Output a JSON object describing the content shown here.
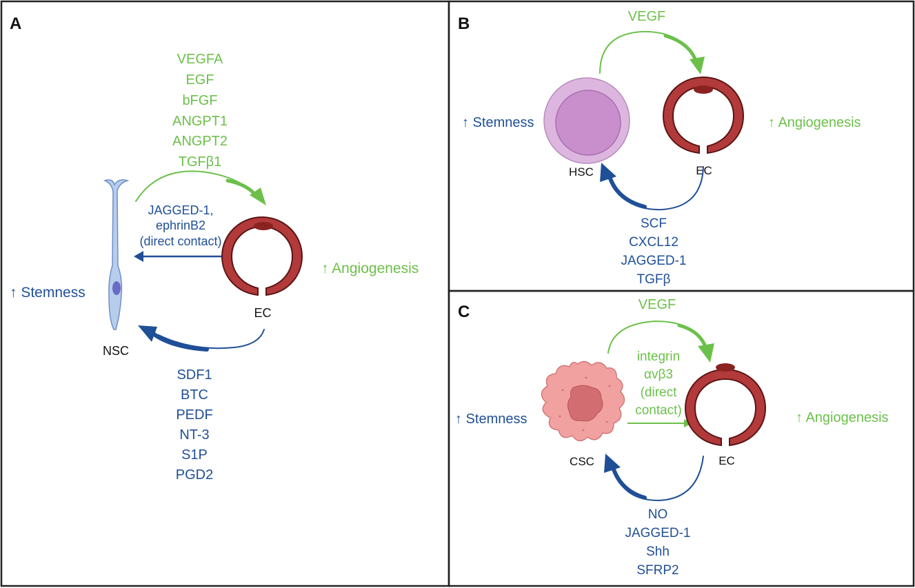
{
  "panels": {
    "a": {
      "letter": "A",
      "green_factors": [
        "VEGFA",
        "EGF",
        "bFGF",
        "ANGPT1",
        "ANGPT2",
        "TGFβ1"
      ],
      "contact_lines": [
        "JAGGED-1,",
        "ephrinB2",
        "(direct contact)"
      ],
      "blue_factors": [
        "SDF1",
        "BTC",
        "PEDF",
        "NT-3",
        "S1P",
        "PGD2"
      ],
      "stem_cell": "NSC",
      "endothelial_cell": "EC",
      "stemness": "↑ Stemness",
      "angiogenesis": "↑ Angiogenesis"
    },
    "b": {
      "letter": "B",
      "green_factors": [
        "VEGF"
      ],
      "blue_factors": [
        "SCF",
        "CXCL12",
        "JAGGED-1",
        "TGFβ"
      ],
      "stem_cell": "HSC",
      "endothelial_cell": "EC",
      "stemness": "↑ Stemness",
      "angiogenesis": "↑ Angiogenesis"
    },
    "c": {
      "letter": "C",
      "green_factors": [
        "VEGF"
      ],
      "contact_lines": [
        "integrin",
        "αvβ3",
        "(direct",
        "contact)"
      ],
      "blue_factors": [
        "NO",
        "JAGGED-1",
        "Shh",
        "SFRP2"
      ],
      "stem_cell": "CSC",
      "endothelial_cell": "EC",
      "stemness": "↑ Stemness",
      "angiogenesis": "↑ Angiogenesis"
    }
  },
  "colors": {
    "green": "#6cc04a",
    "blue": "#1f4f96",
    "ec_fill": "#b23a3a",
    "ec_dark": "#5a1414",
    "hsc_outer": "#dcb6df",
    "hsc_inner": "#c98fcd",
    "csc_fill": "#f2a1a1",
    "csc_nucleus": "#d26e72",
    "nsc_fill": "#b7cdee"
  }
}
